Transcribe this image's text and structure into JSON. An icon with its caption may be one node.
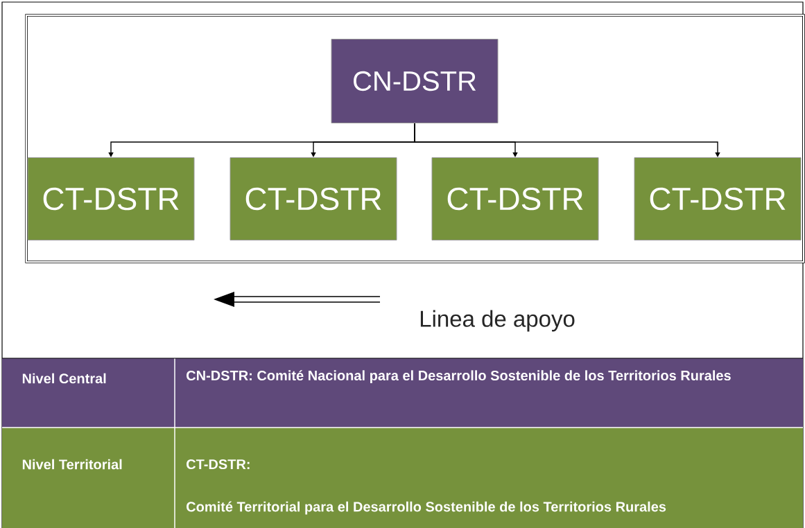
{
  "diagram": {
    "nodes": [
      {
        "text": [
          "CN-DSTR"
        ]
      },
      {
        "text": [
          "CT-DSTR"
        ]
      },
      {
        "text": [
          "CT-DSTR"
        ]
      },
      {
        "text": [
          "CT-DSTR"
        ]
      },
      {
        "text": [
          "CT-DSTR"
        ]
      }
    ],
    "edges": [
      {
        "from": 0,
        "to": 1,
        "arrow": "to"
      },
      {
        "from": 0,
        "to": 2,
        "arrow": "to"
      },
      {
        "from": 0,
        "to": 3,
        "arrow": "to"
      },
      {
        "from": 0,
        "to": 4,
        "arrow": "to"
      }
    ],
    "labels": [
      "Nivel Central",
      "CN-DSTR: Comité Nacional para el Desarrollo Sostenible de los Territorios Rurales",
      "Nivel Territorial",
      "CT-DSTR:",
      "Comité Territorial para el Desarrollo Sostenible de los Territorios Rurales"
    ],
    "legend": [
      {
        "text": "Linea de apoyo"
      }
    ]
  }
}
